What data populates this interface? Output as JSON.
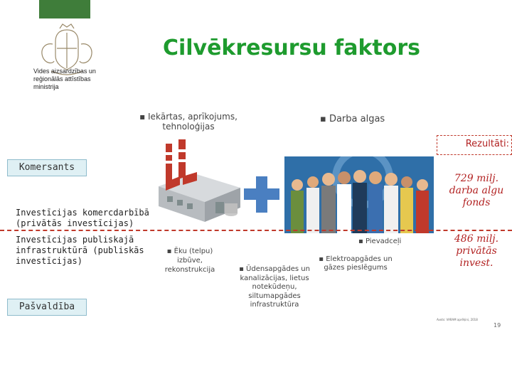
{
  "header": {
    "title": "Cilvēkresursu faktors",
    "ministry_lines": [
      "Vides aizsardzības un",
      "reģionālās attīstības",
      "ministrija"
    ]
  },
  "bullets": {
    "equipment": "Iekārtas, aprīkojums, tehnoloģijas",
    "wages": "Darba algas",
    "access": "Pievadceļi",
    "building": "Ēku (telpu) izbūve, rekonstrukcija",
    "gas_electric": "Elektroapgādes un gāzes pieslēgums",
    "water": "Ūdensapgādes un kanalizācijas, lietus notekūdeņu, siltumapgādes infrastruktūra"
  },
  "sections": {
    "komersants": "Komersants",
    "pasvaldiba": "Pašvaldība",
    "invest_private": "Investīcijas komercdarbībā (privātās investīcijas)",
    "invest_public": "Investīcijas publiskajā infrastruktūrā (publiskās investīcijas)"
  },
  "results": {
    "label": "Rezultāti:",
    "wages_fund": "729 milj. darba algu fonds",
    "private_invest": "486 milj. privātās invest."
  },
  "footnote": "Avots: VARAM aprēķini, 2018",
  "page_number": "19",
  "colors": {
    "title_green": "#1e9b2e",
    "result_red": "#b22222",
    "header_green_bar": "#3f7d3a",
    "plus_blue": "#4a7fc1"
  },
  "icons": [
    "coat-of-arms-icon",
    "factory-icon",
    "plus-icon",
    "workers-group-icon"
  ]
}
